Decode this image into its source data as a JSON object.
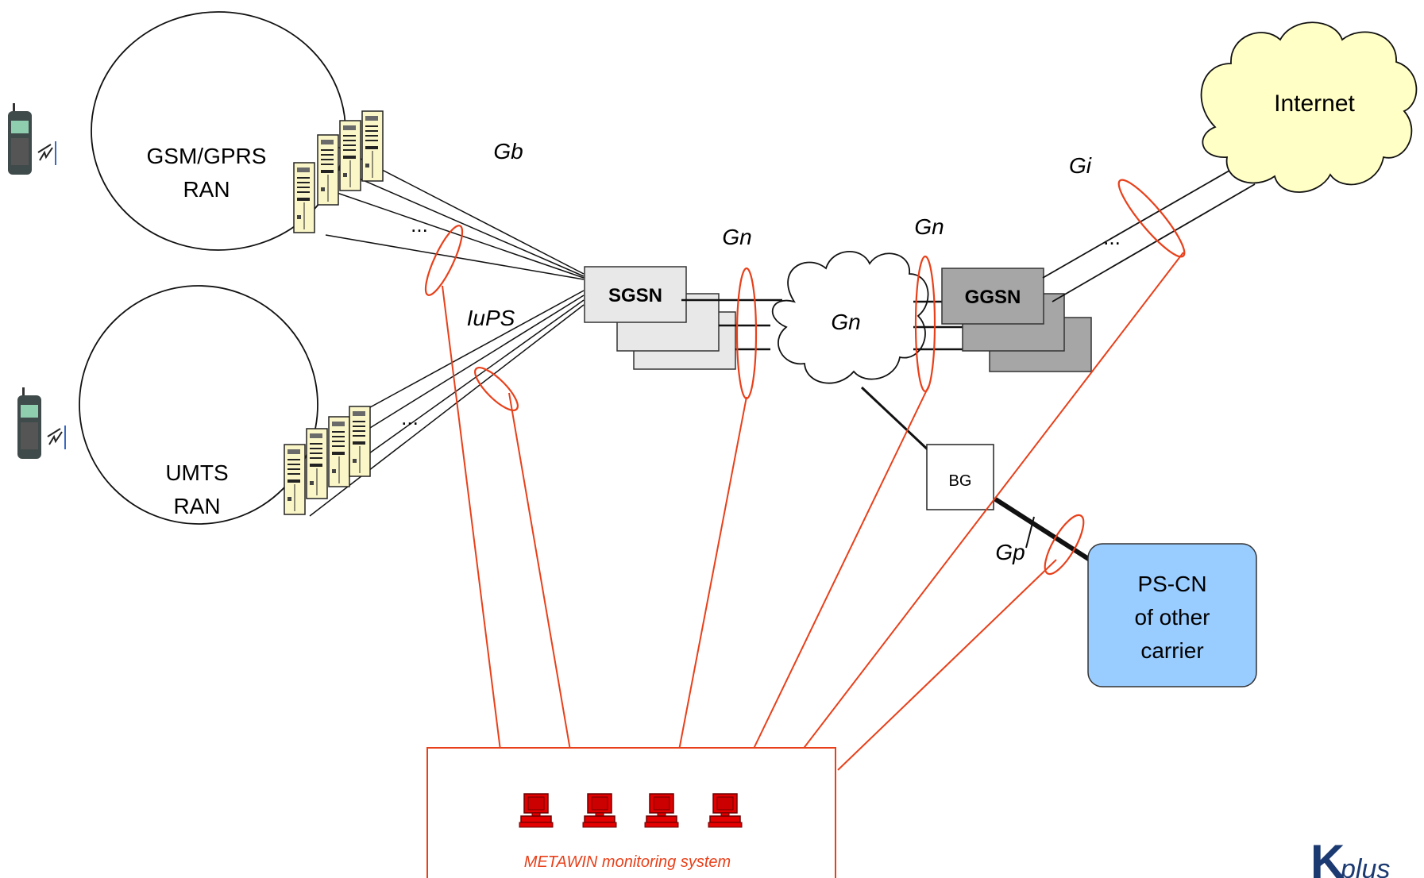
{
  "ran_gsm": {
    "line1": "GSM/GPRS",
    "line2": "RAN"
  },
  "ran_umts": {
    "line1": "UMTS",
    "line2": "RAN"
  },
  "interfaces": {
    "gb": "Gb",
    "iups": "IuPS",
    "gn_sgsn": "Gn",
    "gn_cloud": "Gn",
    "gn_ggsn": "Gn",
    "gi": "Gi",
    "gp": "Gp"
  },
  "ellipsis": {
    "gsm": "...",
    "umts": "...",
    "ggsn": "..."
  },
  "nodes": {
    "sgsn": "SGSN",
    "ggsn": "GGSN",
    "bg": "BG",
    "internet": "Internet"
  },
  "pscn": {
    "line1": "PS-CN",
    "line2": "of other",
    "line3": "carrier"
  },
  "monitoring": {
    "caption": "METAWIN monitoring system"
  },
  "logo": {
    "text": "K",
    "suffix": "plus"
  },
  "colors": {
    "probe": "#e8401a",
    "server": "#fbf6c8",
    "cloud": "#ffffc6",
    "pscn": "#99ccff",
    "sgsn": "#e8e8e8",
    "ggsn": "#a6a6a6",
    "pc": "#e40000",
    "logo": "#1c3a72"
  }
}
